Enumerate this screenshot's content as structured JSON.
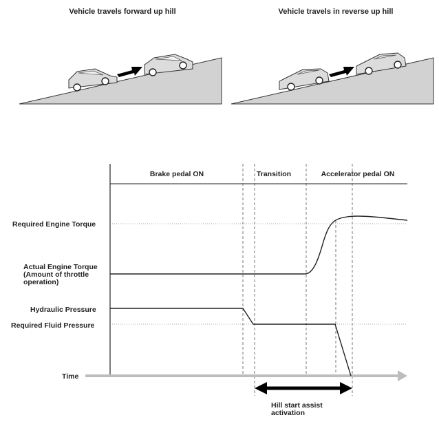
{
  "scenes": {
    "forward": {
      "caption": "Vehicle travels forward up hill"
    },
    "reverse": {
      "caption": "Vehicle travels in reverse up hill"
    }
  },
  "phases": {
    "brake": "Brake pedal ON",
    "transition": "Transition",
    "accelerator": "Accelerator pedal ON"
  },
  "rows": {
    "required_engine_torque": "Required Engine Torque",
    "actual_engine_torque_1": "Actual Engine Torque",
    "actual_engine_torque_2": "(Amount of throttle",
    "actual_engine_torque_3": "operation)",
    "hydraulic_pressure": "Hydraulic Pressure",
    "required_fluid_pressure": "Required Fluid Pressure"
  },
  "time_axis": {
    "label": "Time"
  },
  "hsa": {
    "line1": "Hill start assist",
    "line2": "activation"
  },
  "colors": {
    "ground": "#d2d2d2",
    "car_body": "#dcdcdc",
    "arrow": "#000000",
    "time_axis": "#bdbdbd",
    "line": "#222222"
  }
}
